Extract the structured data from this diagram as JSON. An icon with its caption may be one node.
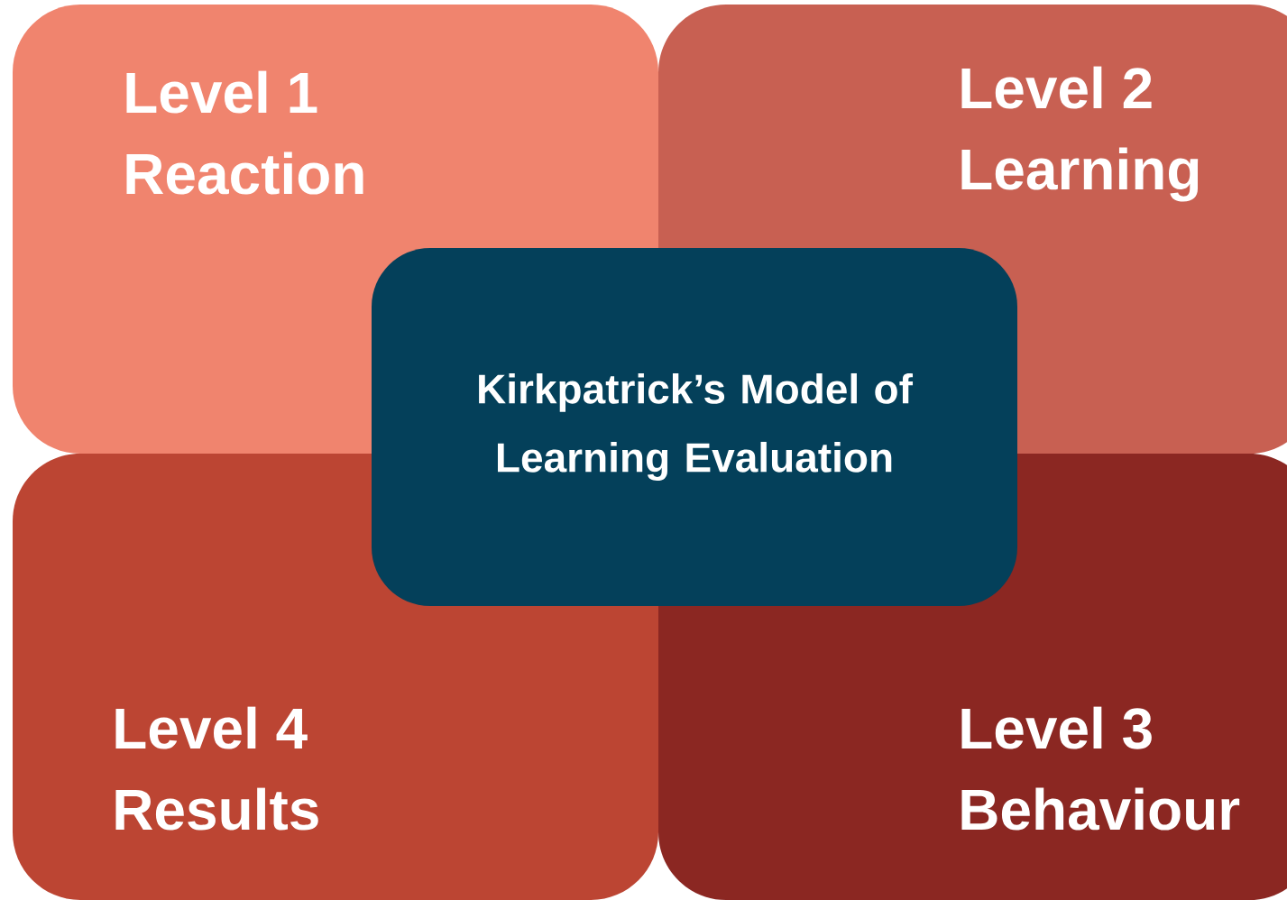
{
  "diagram": {
    "nodes": [
      {
        "text": [
          "Level 1",
          "Reaction"
        ]
      },
      {
        "text": [
          "Level 2",
          "Learning"
        ]
      },
      {
        "text": [
          "Kirkpatrick’s Model of Learning Evaluation"
        ]
      },
      {
        "text": [
          "Level 4",
          "Results"
        ]
      },
      {
        "text": [
          "Level 3",
          "Behaviour"
        ]
      }
    ]
  }
}
